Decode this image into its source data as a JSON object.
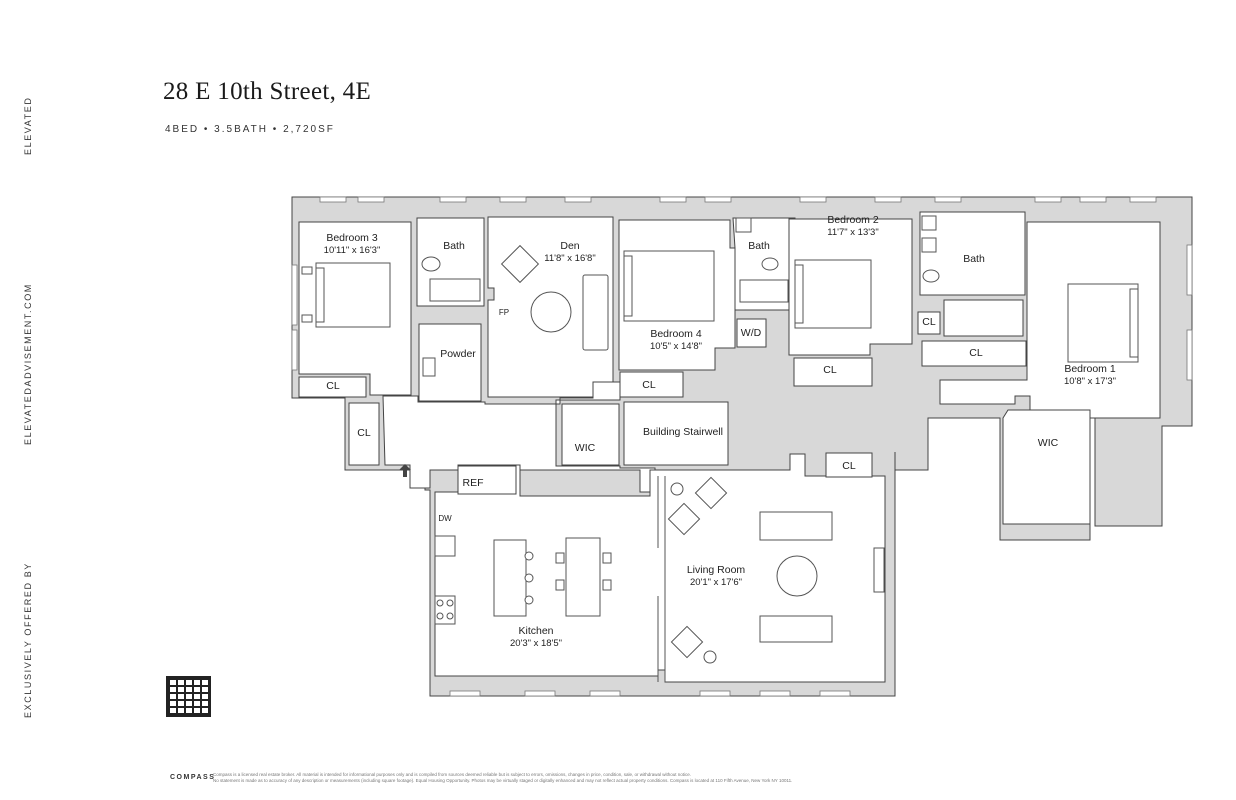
{
  "brand": {
    "name": "ELEVATED",
    "site": "ELEVATEDADVISEMENT.COM",
    "offered": "EXCLUSIVELY OFFERED BY"
  },
  "listing": {
    "address": "28 E 10th Street, 4E",
    "summary": "4BED • 3.5BATH • 2,720SF"
  },
  "rooms": {
    "bedroom3": {
      "name": "Bedroom 3",
      "dim": "10'11\" x 16'3\""
    },
    "bath_a": {
      "name": "Bath"
    },
    "powder": {
      "name": "Powder"
    },
    "den": {
      "name": "Den",
      "dim": "11'8\" x 16'8\""
    },
    "fp": {
      "name": "FP"
    },
    "bath_b": {
      "name": "Bath"
    },
    "bedroom4": {
      "name": "Bedroom 4",
      "dim": "10'5\" x 14'8\""
    },
    "wd": {
      "name": "W/D"
    },
    "bedroom2": {
      "name": "Bedroom 2",
      "dim": "11'7\" x 13'3\""
    },
    "bath_c": {
      "name": "Bath"
    },
    "bedroom1": {
      "name": "Bedroom 1",
      "dim": "10'8\" x 17'3\""
    },
    "cl1": {
      "name": "CL"
    },
    "cl2": {
      "name": "CL"
    },
    "cl3": {
      "name": "CL"
    },
    "cl4": {
      "name": "CL"
    },
    "cl5": {
      "name": "CL"
    },
    "cl6": {
      "name": "CL"
    },
    "cl7": {
      "name": "CL"
    },
    "wic_a": {
      "name": "WIC"
    },
    "wic_b": {
      "name": "WIC"
    },
    "stair": {
      "name": "Building Stairwell"
    },
    "ref": {
      "name": "REF"
    },
    "dw": {
      "name": "DW"
    },
    "kitchen": {
      "name": "Kitchen",
      "dim": "20'3\" x 18'5\""
    },
    "living": {
      "name": "Living Room",
      "dim": "20'1\" x 17'6\""
    }
  },
  "footer": {
    "company": "COMPASS",
    "disclaimer_1": "Compass is a licensed real estate broker. All material is intended for informational purposes only and is compiled from sources deemed reliable but is subject to errors, omissions, changes in price, condition, sale, or withdrawal without notice.",
    "disclaimer_2": "No statement is made as to accuracy of any description or measurements (including square footage). Equal Housing Opportunity. Photos may be virtually staged or digitally enhanced and may not reflect actual property conditions. Compass is located at 110 Fifth Avenue, New York NY 10011."
  }
}
